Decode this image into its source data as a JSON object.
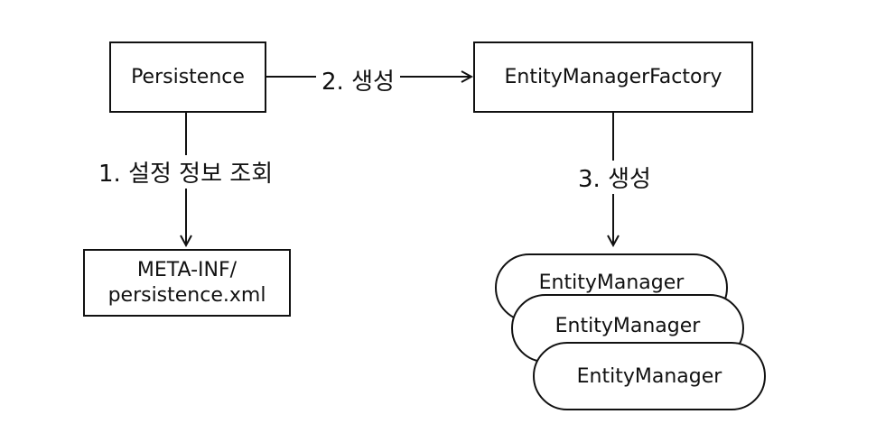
{
  "nodes": {
    "persistence": "Persistence",
    "factory": "EntityManagerFactory",
    "config_line1": "META-INF/",
    "config_line2": "persistence.xml",
    "entity_managers": [
      "EntityManager",
      "EntityManager",
      "EntityManager"
    ]
  },
  "edges": {
    "create_factory": "2. 생성",
    "read_config": "1. 설정 정보 조회",
    "create_manager": "3. 생성"
  }
}
